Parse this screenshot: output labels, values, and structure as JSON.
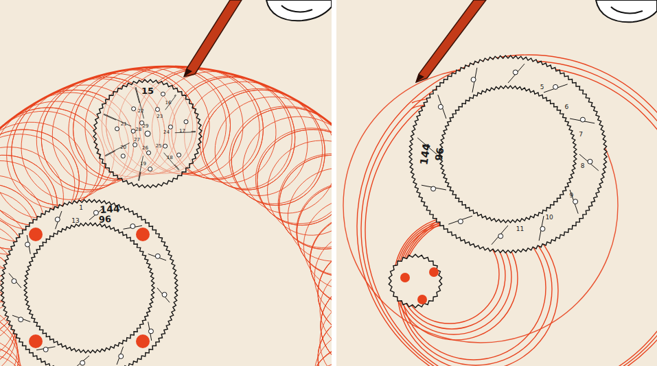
{
  "diagram": {
    "nodes": [
      {
        "text": [
          "15"
        ]
      },
      {
        "text": [
          "144",
          "96"
        ]
      },
      {
        "text": [
          "144",
          "96"
        ]
      }
    ],
    "labels": [
      "1",
      "13",
      "16",
      "17",
      "18",
      "19",
      "20",
      "21",
      "22",
      "23",
      "24",
      "25",
      "26",
      "27",
      "28",
      "29",
      "5",
      "6",
      "7",
      "8",
      "9",
      "10",
      "11"
    ]
  }
}
